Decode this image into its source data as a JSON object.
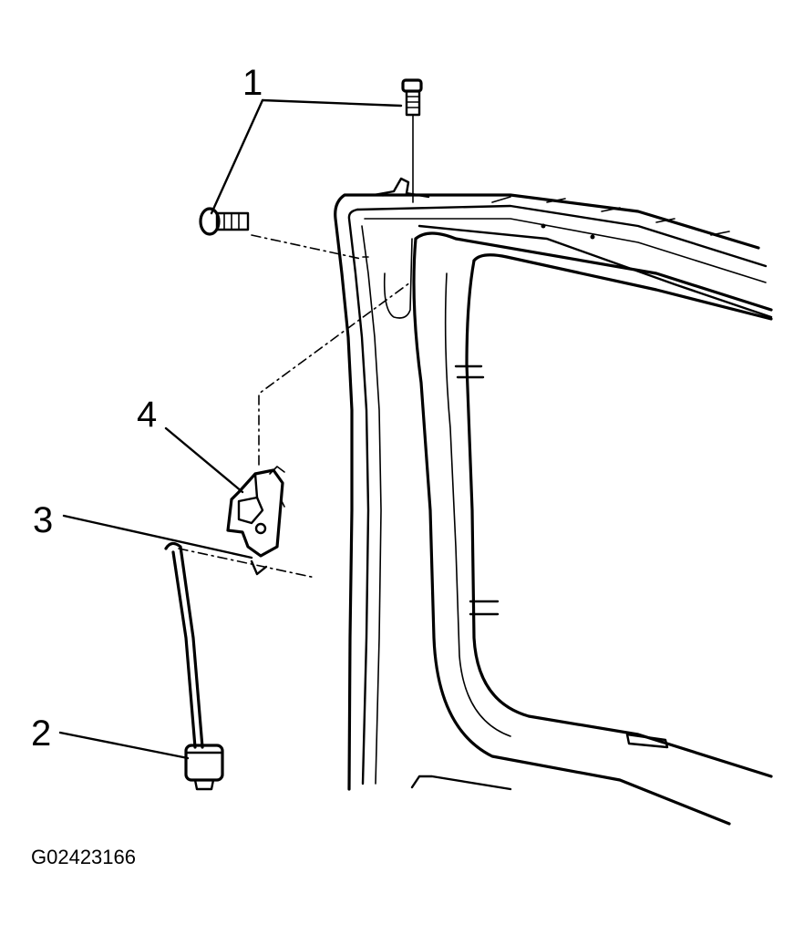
{
  "diagram": {
    "callouts": {
      "bolt": "1",
      "cable_end": "2",
      "cable": "3",
      "latch": "4"
    },
    "figure_id": "G02423166",
    "colors": {
      "line": "#000000",
      "background": "#ffffff"
    }
  }
}
